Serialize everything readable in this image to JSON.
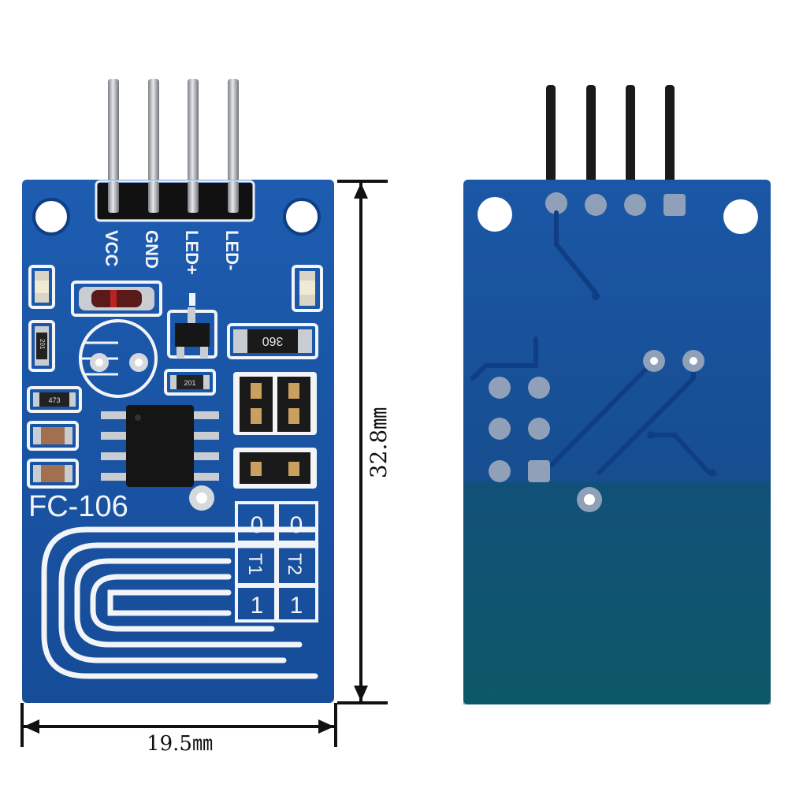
{
  "product": {
    "model": "FC-106",
    "pins": [
      "VCC",
      "GND",
      "LED+",
      "LED-"
    ],
    "jumper_labels": {
      "t1": "T1",
      "t2": "T2",
      "zero": "0",
      "one": "1"
    },
    "components": {
      "r_top": "360",
      "r_small_a": "201",
      "r_small_b": "201",
      "r_small_c": "473"
    }
  },
  "dimensions": {
    "height": "32.8㎜",
    "width": "19.5㎜"
  },
  "colors": {
    "pcb": "#1a56a8",
    "pcb_dark": "#0f3e85",
    "silk": "#f2f4f8",
    "pad": "#c9ccd1",
    "pad_back": "#8fa0b8",
    "ink": "#111111"
  }
}
